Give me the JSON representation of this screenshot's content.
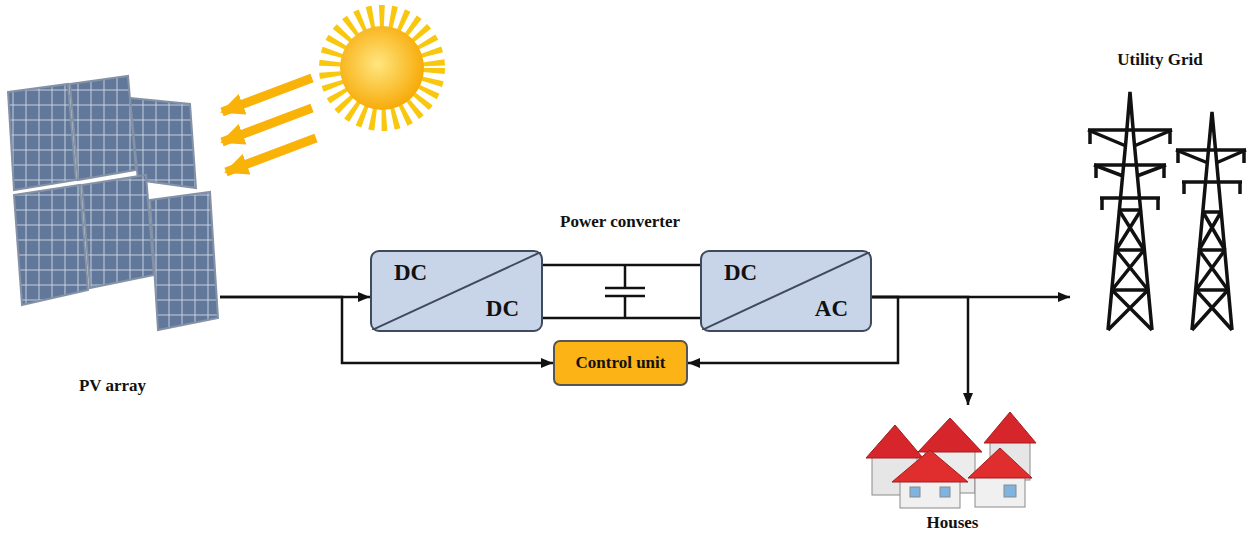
{
  "diagram": {
    "nodes": [
      {
        "text": [
          "PV array"
        ]
      },
      {
        "text": [
          "DC",
          "DC"
        ]
      },
      {
        "text": [
          "DC",
          "AC"
        ]
      },
      {
        "text": [
          "Control unit"
        ]
      },
      {
        "text": [
          "Utility Grid"
        ]
      },
      {
        "text": [
          "Houses"
        ]
      }
    ],
    "edges": [
      {
        "from": 0,
        "to": 1,
        "arrow": "to"
      },
      {
        "from": 0,
        "to": 3,
        "arrow": "to"
      },
      {
        "from": 1,
        "to": 2,
        "arrow": "none"
      },
      {
        "from": 2,
        "to": 4,
        "arrow": "to"
      },
      {
        "from": 2,
        "to": 5,
        "arrow": "to"
      },
      {
        "from": 2,
        "to": 3,
        "arrow": "to"
      }
    ],
    "labels": [
      "Power converter"
    ]
  }
}
